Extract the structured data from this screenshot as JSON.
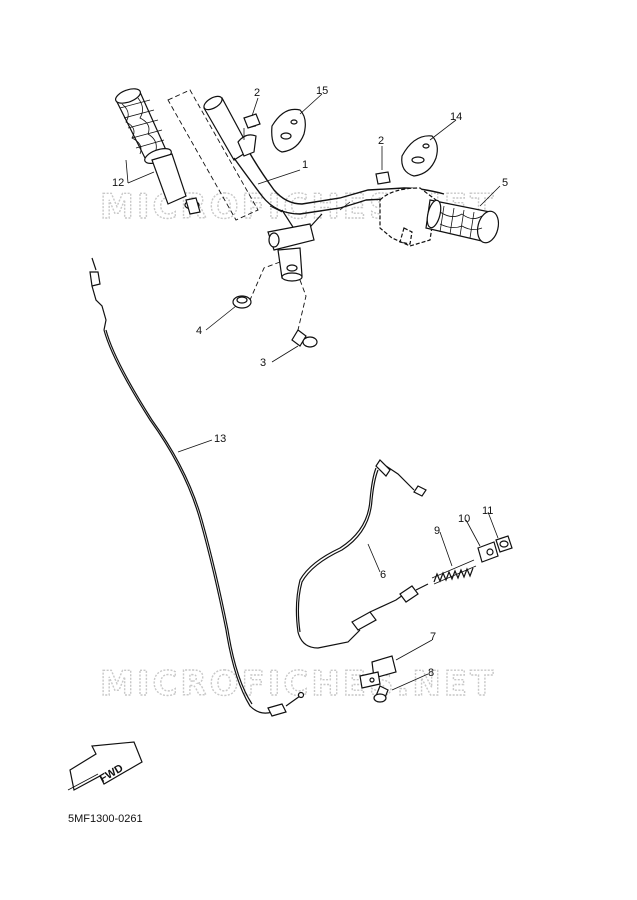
{
  "watermark": "MICROFICHES.NET",
  "fwd_label": "FWD",
  "diagram_code": "5MF1300-0261",
  "callouts": [
    {
      "id": "1",
      "label": "1"
    },
    {
      "id": "2a",
      "label": "2"
    },
    {
      "id": "2b",
      "label": "2"
    },
    {
      "id": "3",
      "label": "3"
    },
    {
      "id": "4",
      "label": "4"
    },
    {
      "id": "5",
      "label": "5"
    },
    {
      "id": "6",
      "label": "6"
    },
    {
      "id": "7",
      "label": "7"
    },
    {
      "id": "8",
      "label": "8"
    },
    {
      "id": "9",
      "label": "9"
    },
    {
      "id": "10",
      "label": "10"
    },
    {
      "id": "11",
      "label": "11"
    },
    {
      "id": "12",
      "label": "12"
    },
    {
      "id": "13",
      "label": "13"
    },
    {
      "id": "14",
      "label": "14"
    },
    {
      "id": "15",
      "label": "15"
    }
  ]
}
